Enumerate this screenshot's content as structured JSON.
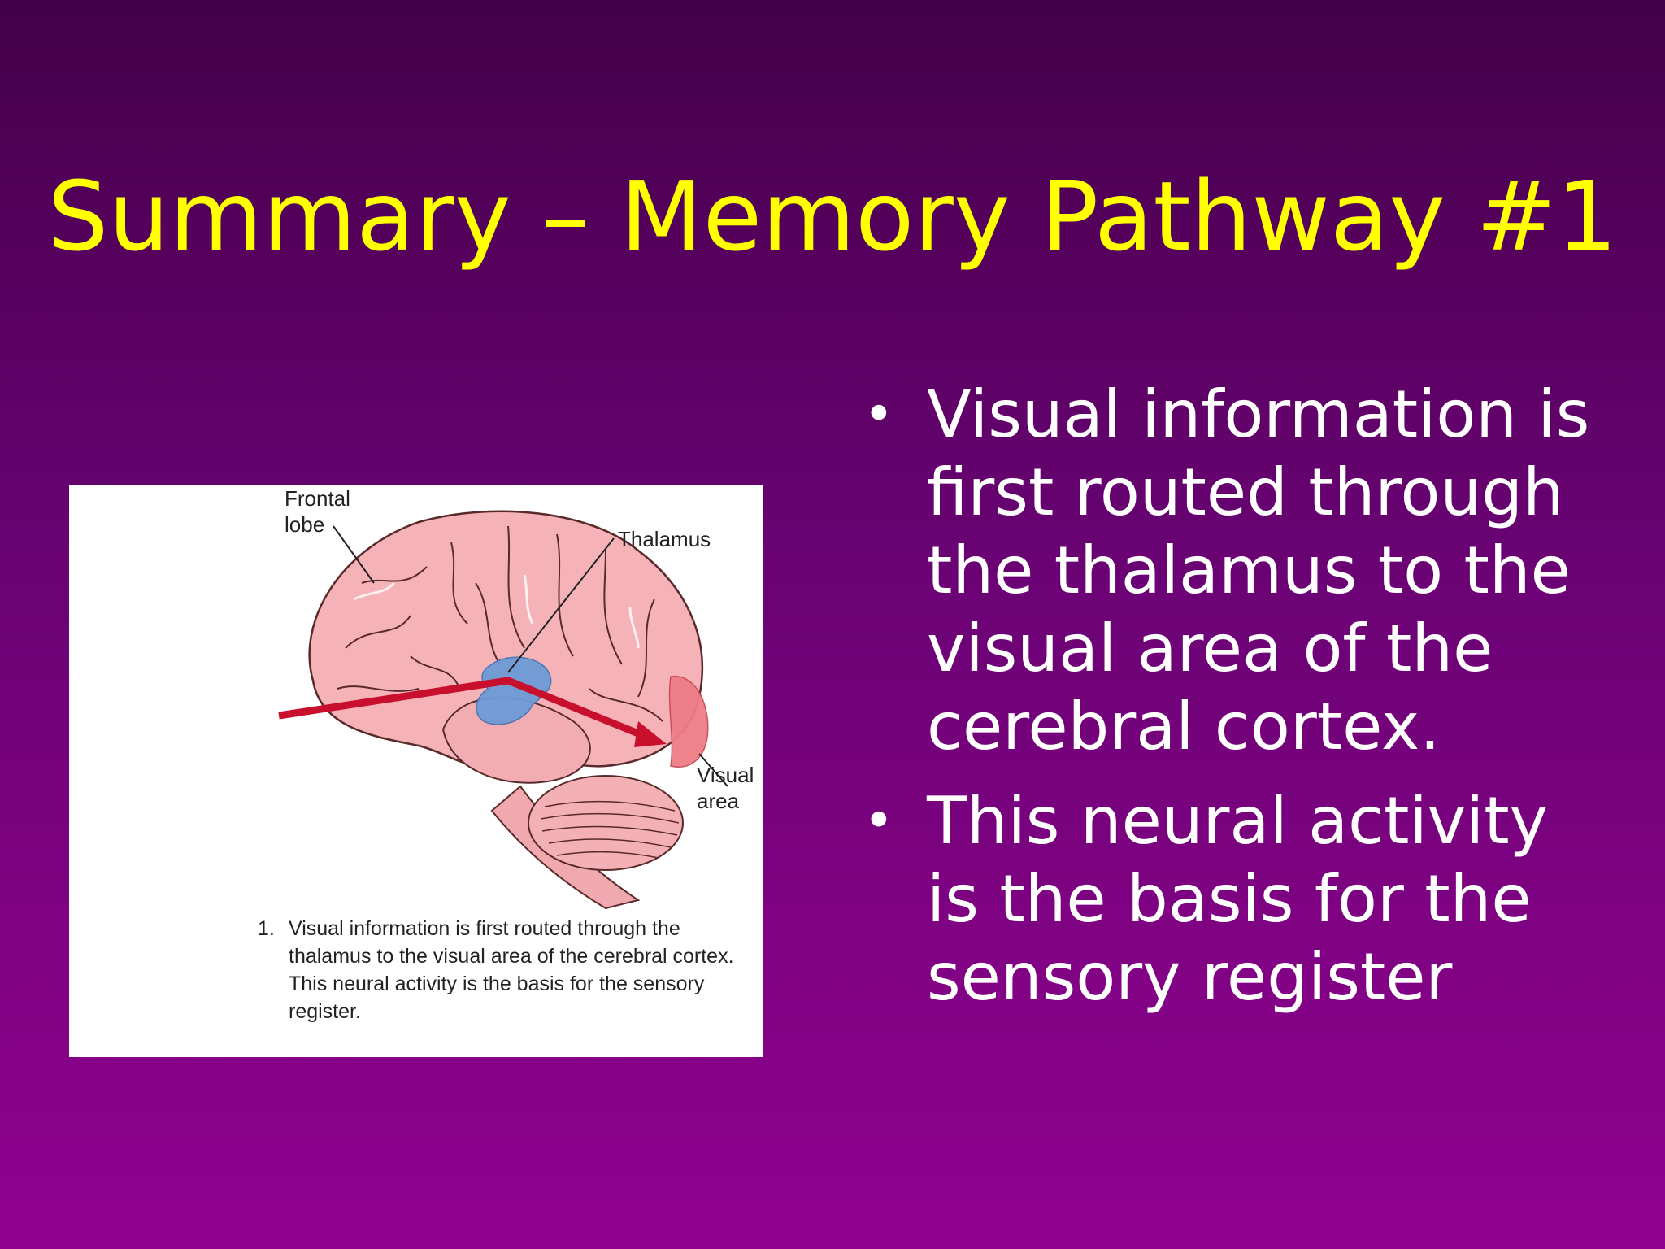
{
  "slide": {
    "title": "Summary – Memory Pathway #1",
    "bullets": [
      "Visual information is first routed through the thalamus to the visual area of the cerebral cortex.",
      "This neural activity is the basis for the sensory register"
    ],
    "bullet_symbol": "•"
  },
  "figure": {
    "labels": {
      "frontal_lobe": "Frontal\nlobe",
      "thalamus": "Thalamus",
      "visual_area": "Visual\narea"
    },
    "caption_number": "1.",
    "caption": "Visual information is first routed through the thalamus to the visual area of the cerebral cortex.  This neural activity is the basis for the sensory register."
  },
  "colors": {
    "title": "#ffff00",
    "body_text": "#ffffff",
    "background_top": "#44004a",
    "background_bottom": "#91018f",
    "brain": "#f5b3b8",
    "thalamus": "#6e9bd6",
    "pathway_arrow": "#c8102e"
  }
}
